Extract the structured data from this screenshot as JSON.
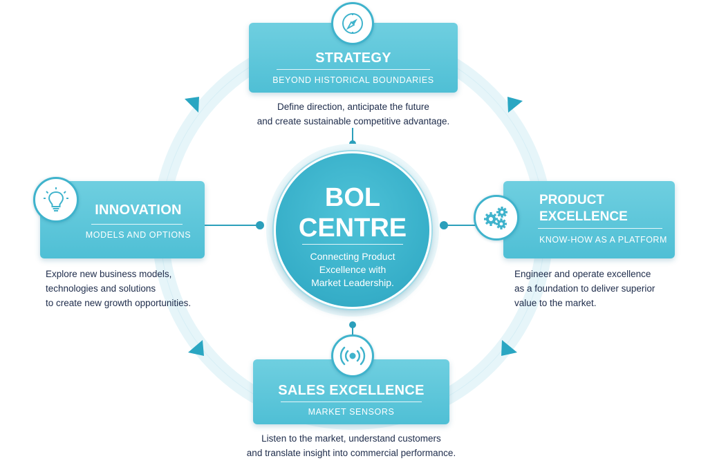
{
  "center": {
    "title_lines": [
      "BOL",
      "CENTRE"
    ],
    "tagline_lines": [
      "Connecting Product",
      "Excellence with",
      "Market Leadership."
    ]
  },
  "nodes": {
    "strategy": {
      "title": "STRATEGY",
      "subtitle": "BEYOND HISTORICAL BOUNDARIES",
      "icon": "compass-icon",
      "description_lines": [
        "Define direction, anticipate the future",
        "and create sustainable competitive advantage."
      ]
    },
    "innovation": {
      "title": "INNOVATION",
      "subtitle": "MODELS AND OPTIONS",
      "icon": "lightbulb-icon",
      "description_lines": [
        "Explore new business models,",
        "technologies and solutions",
        "to create new growth opportunities."
      ]
    },
    "product": {
      "title_lines": [
        "PRODUCT",
        "EXCELLENCE"
      ],
      "subtitle": "KNOW-HOW AS A PLATFORM",
      "icon": "gears-icon",
      "description_lines": [
        "Engineer and operate excellence",
        "as a foundation to deliver superior",
        "value to the market."
      ]
    },
    "sales": {
      "title": "SALES EXCELLENCE",
      "subtitle": "MARKET SENSORS",
      "icon": "signal-icon",
      "description_lines": [
        "Listen to the market, understand customers",
        "and translate insight into commercial performance."
      ]
    }
  },
  "colors": {
    "card": "#4fbfd5",
    "ring": "#e6f5f9",
    "arrow": "#2aa6c2",
    "connector": "#2b9fbb",
    "text_dark": "#1d2b4a"
  }
}
